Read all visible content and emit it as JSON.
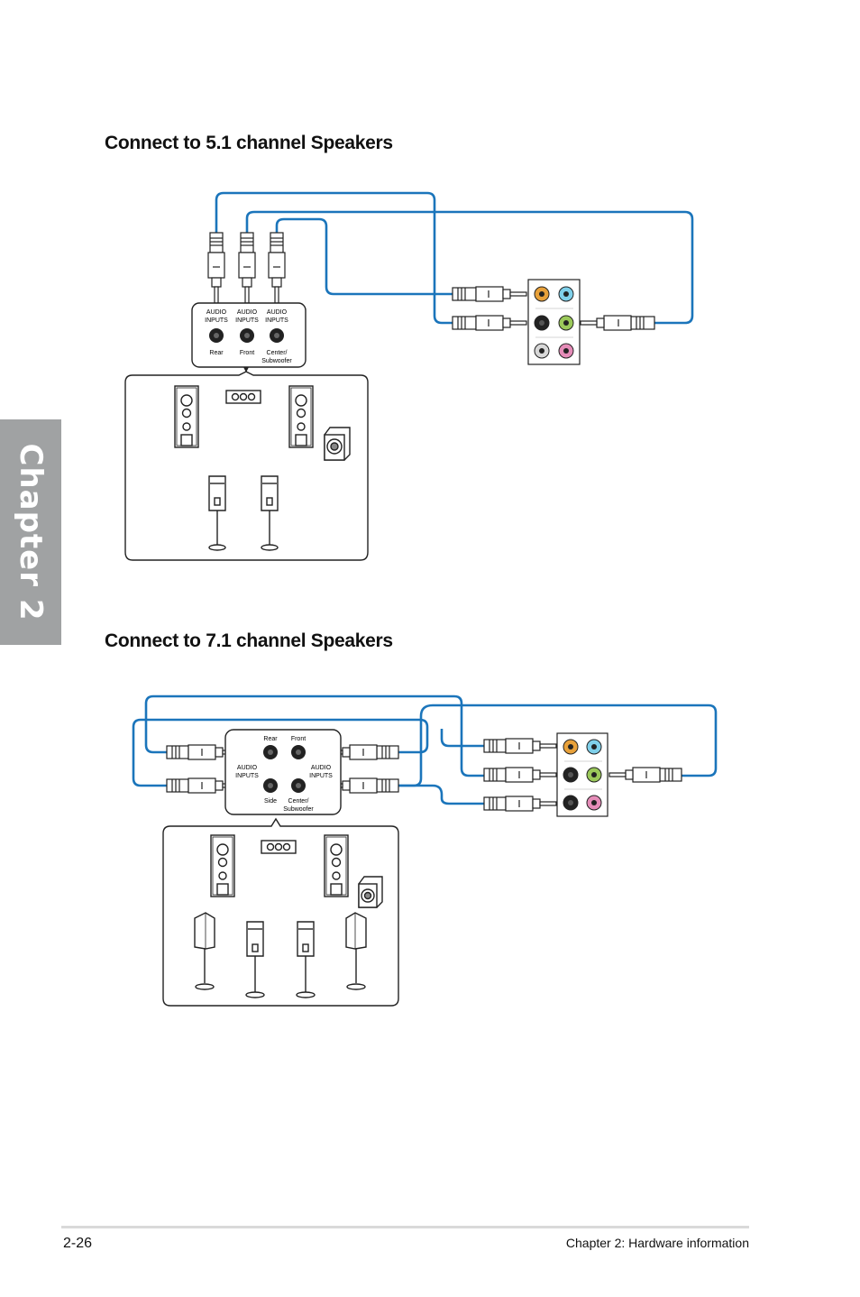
{
  "chapter_tab": "Chapter 2",
  "sections": {
    "s51": {
      "heading": "Connect to 5.1 channel Speakers",
      "panel": {
        "audio_inputs": "AUDIO",
        "inputs": "INPUTS",
        "rear": "Rear",
        "front": "Front",
        "center": "Center/",
        "sub": "Subwoofer"
      }
    },
    "s71": {
      "heading": "Connect to 7.1 channel Speakers",
      "panel": {
        "rear": "Rear",
        "front": "Front",
        "audio_inputs": "AUDIO",
        "inputs": "INPUTS",
        "side": "Side",
        "center": "Center/",
        "sub": "Subwoofer"
      }
    }
  },
  "colors": {
    "cable": "#1b75bb",
    "jack_orange": "#e8a13a",
    "jack_blue": "#7fd0ea",
    "jack_black": "#222222",
    "jack_green": "#9bc95a",
    "jack_grey": "#d8d8d8",
    "jack_pink": "#e58cb8"
  },
  "footer": {
    "page_number": "2-26",
    "chapter_title": "Chapter 2: Hardware information"
  }
}
